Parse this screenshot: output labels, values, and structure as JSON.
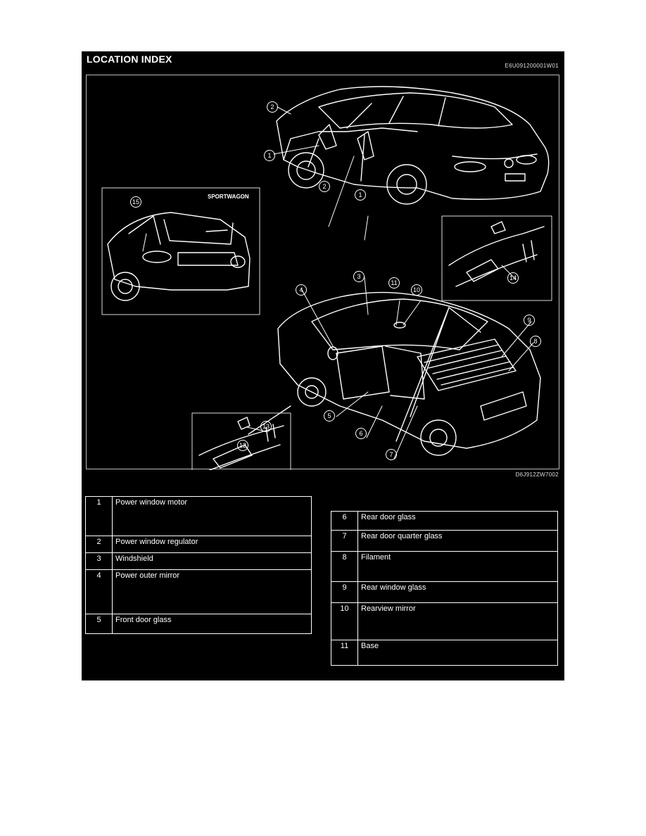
{
  "header": {
    "title": "LOCATION INDEX",
    "code_top": "E6U091200001W01",
    "code_bottom": "D6J912ZW7002"
  },
  "figure": {
    "inset_wagon_label": "SPORTWAGON",
    "callouts": {
      "c1a": "1",
      "c1b": "1",
      "c2a": "2",
      "c2b": "2",
      "c3": "3",
      "c4": "4",
      "c5": "5",
      "c6": "6",
      "c7": "7",
      "c8": "8",
      "c9": "9",
      "c10": "10",
      "c11": "11",
      "c12": "12",
      "c13": "13",
      "c14": "14",
      "c15": "15"
    }
  },
  "legend_left": [
    {
      "num": "1",
      "label": "Power window motor"
    },
    {
      "num": "2",
      "label": "Power window regulator"
    },
    {
      "num": "3",
      "label": "Windshield"
    },
    {
      "num": "4",
      "label": "Power outer mirror"
    },
    {
      "num": "5",
      "label": "Front door glass"
    }
  ],
  "legend_right": [
    {
      "num": "6",
      "label": "Rear door glass"
    },
    {
      "num": "7",
      "label": "Rear door quarter glass"
    },
    {
      "num": "8",
      "label": "Filament"
    },
    {
      "num": "9",
      "label": "Rear window glass"
    },
    {
      "num": "10",
      "label": "Rearview mirror"
    },
    {
      "num": "11",
      "label": "Base"
    }
  ]
}
